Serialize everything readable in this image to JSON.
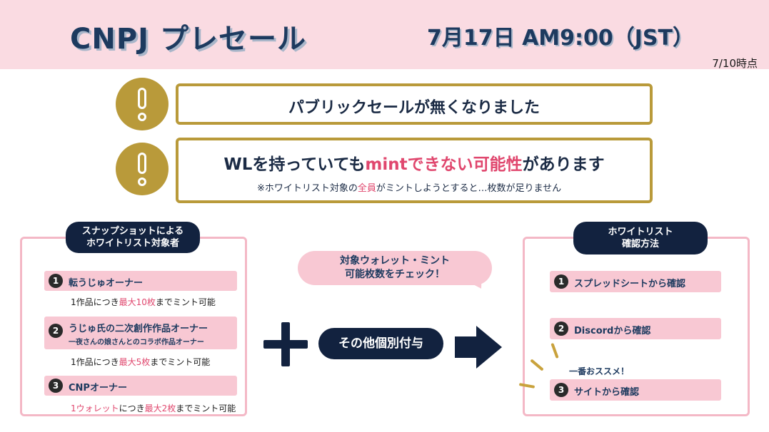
{
  "header": {
    "title": "CNPJ プレセール",
    "date": "7月17日 AM9:00（JST）",
    "as_of": "7/10時点"
  },
  "alerts": {
    "first": "パブリックセールが無くなりました",
    "second_pre": "WLを持っていても",
    "second_highlight": "mintできない可能性",
    "second_post": "があります",
    "note_pre": "※ホワイトリスト対象の",
    "note_highlight": "全員",
    "note_post": "がミントしようとすると…枚数が足りません"
  },
  "left_panel": {
    "heading_line1": "スナップショットによる",
    "heading_line2": "ホワイトリスト対象者",
    "items": [
      {
        "num": "1",
        "label": "転うじゅオーナー",
        "sub": "",
        "desc_pre": "1作品につき",
        "desc_highlight": "最大10枚",
        "desc_post": "までミント可能"
      },
      {
        "num": "2",
        "label": "うじゅ氏の二次創作作品オーナー",
        "sub": "一夜さんの娘さんとのコラボ作品オーナー",
        "desc_pre": "1作品につき",
        "desc_highlight": "最大5枚",
        "desc_post": "までミント可能"
      },
      {
        "num": "3",
        "label": "CNPオーナー",
        "sub": "",
        "desc_highlight1": "1ウォレット",
        "desc_mid": "につき",
        "desc_highlight": "最大2枚",
        "desc_post": "までミント可能"
      }
    ]
  },
  "center": {
    "bubble_line1": "対象ウォレット・ミント",
    "bubble_line2": "可能枚数をチェック！",
    "other_label": "その他個別付与"
  },
  "right_panel": {
    "heading_line1": "ホワイトリスト",
    "heading_line2": "確認方法",
    "items": [
      {
        "num": "1",
        "label": "スプレッドシートから確認"
      },
      {
        "num": "2",
        "label": "Discordから確認"
      },
      {
        "num": "3",
        "label": "サイトから確認"
      }
    ],
    "recommend": "一番おススメ！"
  },
  "colors": {
    "header_bg": "#fadbe2",
    "navy": "#12223f",
    "gold": "#b99a3a",
    "pink_accent": "#e0476e",
    "pink_fill": "#f8c8d3"
  }
}
